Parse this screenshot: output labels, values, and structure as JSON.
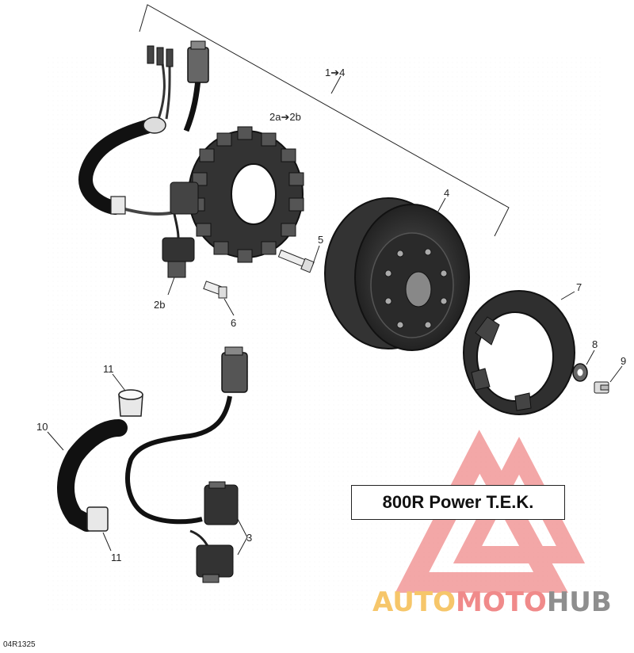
{
  "callouts": {
    "c1": "1➔4",
    "c2": "2a➔2b",
    "c2b": "2b",
    "c3": "3",
    "c4": "4",
    "c5": "5",
    "c6": "6",
    "c7": "7",
    "c8": "8",
    "c9": "9",
    "c10": "10",
    "c11a": "11",
    "c11b": "11"
  },
  "model_label": "800R Power T.E.K.",
  "ref_code": "04R1325",
  "watermark": {
    "part1": "AUTO",
    "part2": "MOTO",
    "part3": "HUB",
    "colors": {
      "yellow": "#f6c66a",
      "red": "#f08a8a",
      "grey": "#8e8e8e"
    }
  },
  "icons": [
    "stator-icon",
    "flywheel-icon",
    "ring-gear-icon",
    "bolt-icon",
    "washer-icon",
    "connector-icon",
    "sensor-icon",
    "sleeve-icon",
    "hose-icon",
    "triangle-logo-icon"
  ]
}
